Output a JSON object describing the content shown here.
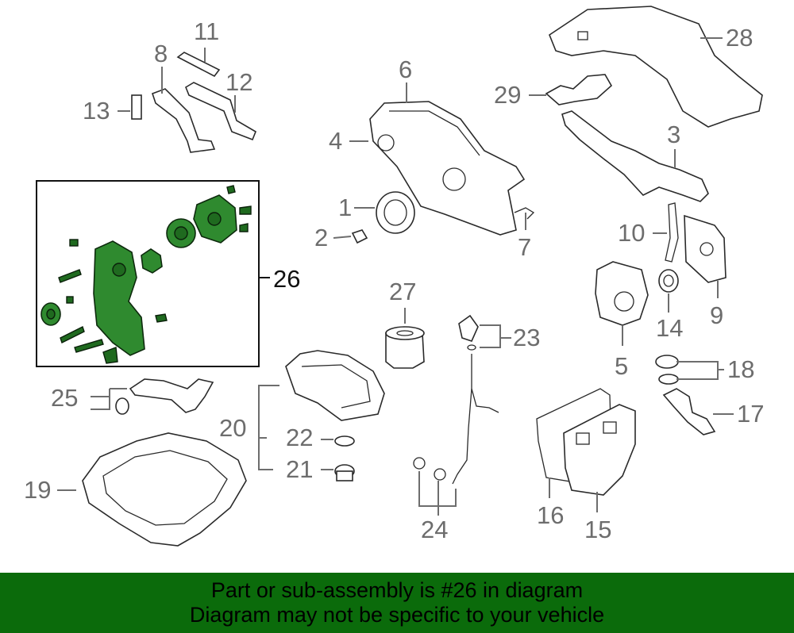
{
  "callouts": {
    "c1": "1",
    "c2": "2",
    "c3": "3",
    "c4": "4",
    "c5": "5",
    "c6": "6",
    "c7": "7",
    "c8": "8",
    "c9": "9",
    "c10": "10",
    "c11": "11",
    "c12": "12",
    "c13": "13",
    "c14": "14",
    "c15": "15",
    "c16": "16",
    "c17": "17",
    "c18": "18",
    "c19": "19",
    "c20": "20",
    "c21": "21",
    "c22": "22",
    "c23": "23",
    "c24": "24",
    "c25": "25",
    "c26": "26",
    "c27": "27",
    "c28": "28",
    "c29": "29"
  },
  "highlight": {
    "callout": "26",
    "color": "#2f8a2f"
  },
  "banner": {
    "line1": "Part or sub-assembly is #26 in diagram",
    "line2": "Diagram may not be specific to your vehicle",
    "background": "#0b6b0b",
    "text_color": "#000000"
  }
}
